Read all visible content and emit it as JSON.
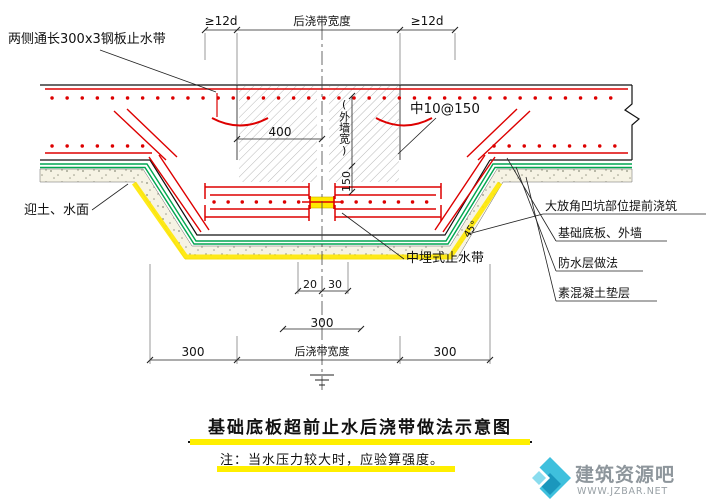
{
  "labels": {
    "steel_plate_waterstop": "两侧通长300x3钢板止水带",
    "rebar_spec": "中10@150",
    "facing_soil_water": "迎土、水面",
    "embedded_waterstop": "中埋式止水带",
    "wall_width": "(外墙宽)",
    "slope_angle": "45°",
    "callouts": [
      "大放角凹坑部位提前浇筑",
      "基础底板、外墙",
      "防水层做法",
      "素混凝土垫层"
    ]
  },
  "dimensions": {
    "top_left_anchor": "≥12d",
    "top_strip_width": "后浇带宽度",
    "top_right_anchor": "≥12d",
    "d400": "400",
    "d150": "150",
    "d20": "20",
    "d30": "30",
    "d300_center": "300",
    "bottom_left_300": "300",
    "bottom_strip_width": "后浇带宽度",
    "bottom_right_300": "300"
  },
  "title": "基础底板超前止水后浇带做法示意图",
  "note": "注：当水压力较大时，应验算强度。",
  "watermark": {
    "site_name": "建筑资源吧",
    "site_url": "WWW.JZBAR.NET"
  },
  "colors": {
    "rebar_red": "#dd0000",
    "waterproof_green": "#00a650",
    "highlight_yellow": "#ffe800",
    "watermark_cyan": "#3fc0dd"
  }
}
